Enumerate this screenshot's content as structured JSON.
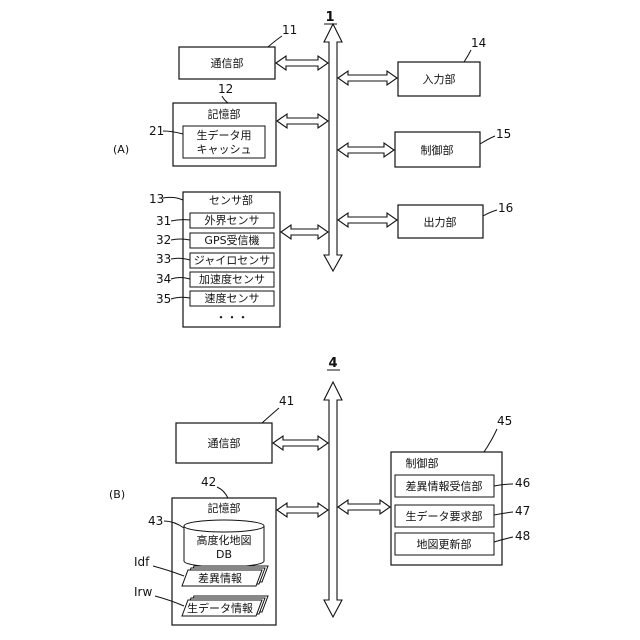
{
  "figure_a": {
    "title": "1",
    "panel_label": "(A)",
    "comm": {
      "ref": "11",
      "label": "通信部"
    },
    "storage": {
      "ref": "12",
      "label": "記憶部"
    },
    "cache": {
      "ref": "21",
      "line1": "生データ用",
      "line2": "キャッシュ"
    },
    "sensor": {
      "ref": "13",
      "label": "センサ部"
    },
    "sensors": [
      {
        "ref": "31",
        "label": "外界センサ"
      },
      {
        "ref": "32",
        "label": "GPS受信機"
      },
      {
        "ref": "33",
        "label": "ジャイロセンサ"
      },
      {
        "ref": "34",
        "label": "加速度センサ"
      },
      {
        "ref": "35",
        "label": "速度センサ"
      }
    ],
    "ellipsis": "・・・",
    "input": {
      "ref": "14",
      "label": "入力部"
    },
    "control": {
      "ref": "15",
      "label": "制御部"
    },
    "output": {
      "ref": "16",
      "label": "出力部"
    }
  },
  "figure_b": {
    "title": "4",
    "panel_label": "(B)",
    "comm": {
      "ref": "41",
      "label": "通信部"
    },
    "storage": {
      "ref": "42",
      "label": "記憶部"
    },
    "db": {
      "ref": "43",
      "line1": "高度化地図",
      "line2": "DB"
    },
    "diff": {
      "ref": "Idf",
      "label": "差異情報"
    },
    "raw": {
      "ref": "Irw",
      "label": "生データ情報"
    },
    "control": {
      "ref": "45",
      "label": "制御部"
    },
    "control_items": [
      {
        "ref": "46",
        "label": "差異情報受信部"
      },
      {
        "ref": "47",
        "label": "生データ要求部"
      },
      {
        "ref": "48",
        "label": "地図更新部"
      }
    ]
  }
}
